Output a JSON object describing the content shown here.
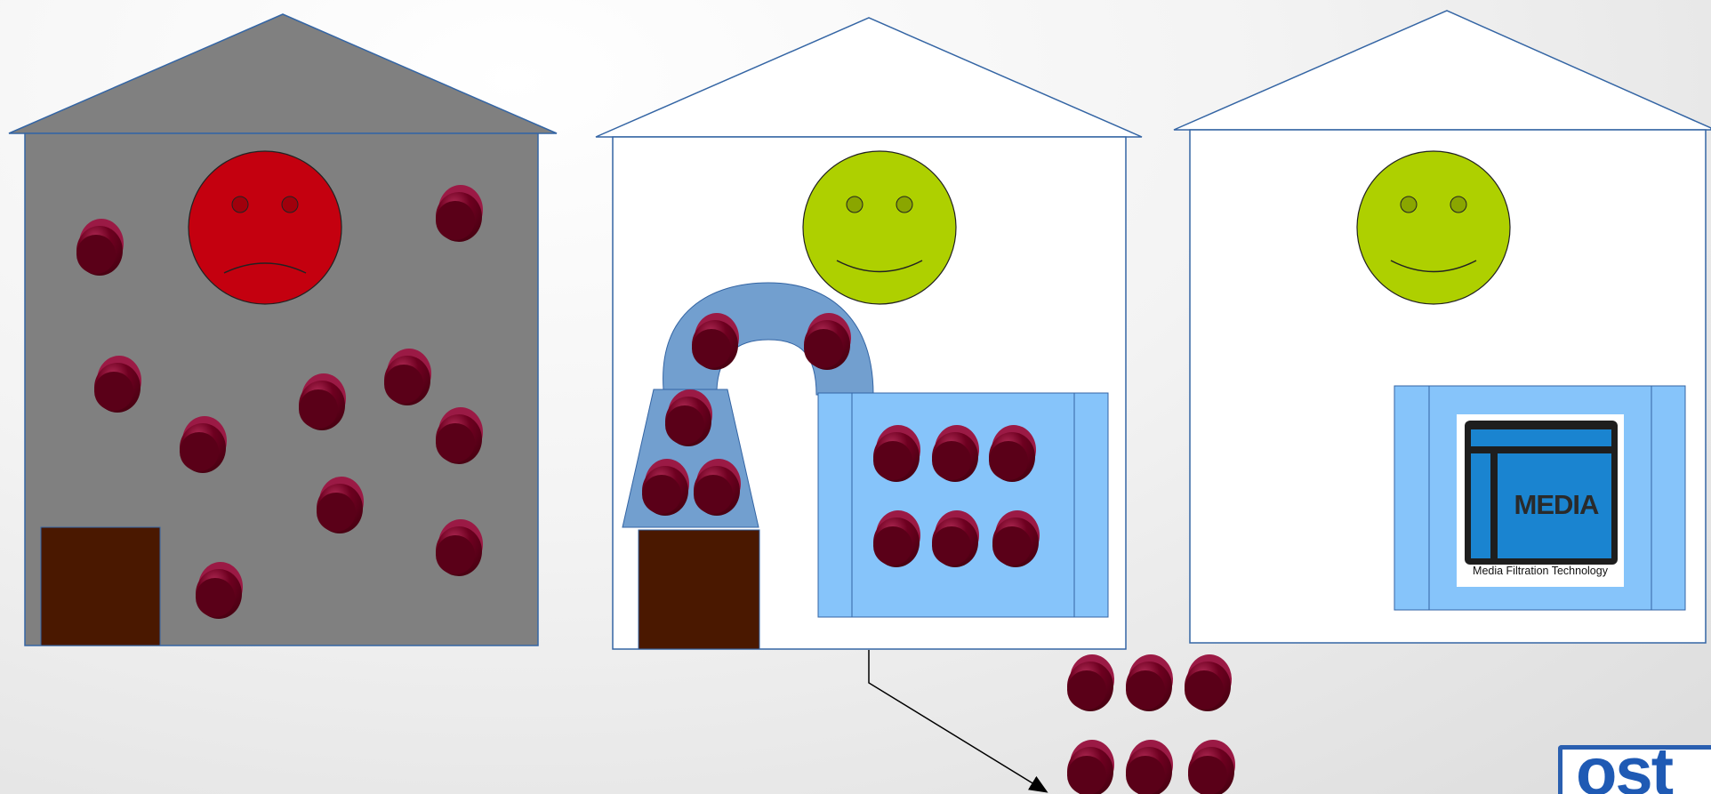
{
  "houses": [
    {
      "name": "polluted-room",
      "wall_color": "#808080",
      "roof_color": "#808080",
      "face": "sad",
      "face_color": "#c4000f"
    },
    {
      "name": "traditional-filter-room",
      "wall_color": "#ffffff",
      "roof_color": "#ffffff",
      "face": "happy",
      "face_color": "#aed000"
    },
    {
      "name": "media-filter-room",
      "wall_color": "#ffffff",
      "roof_color": "#ffffff",
      "face": "happy",
      "face_color": "#aed000"
    }
  ],
  "particle_color": "#5a0018",
  "door_color": "#4a1800",
  "filter_color": "#86c4fa",
  "duct_color": "#729fcf",
  "outline_color": "#3465a4",
  "logo": {
    "word": "MEDIA",
    "caption": "Media Filtration Technology"
  },
  "brand": {
    "text": "ost"
  }
}
